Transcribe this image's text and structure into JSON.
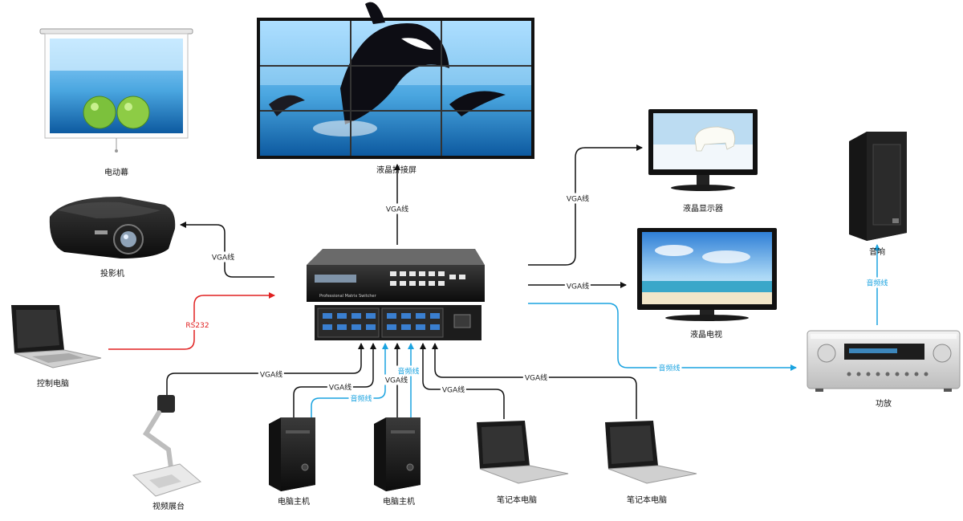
{
  "colors": {
    "vga": "#111111",
    "rs232": "#e02020",
    "audio": "#1aa3e0"
  },
  "devices": {
    "screen": "电动幕",
    "videowall": "液晶拼接屏",
    "projector": "投影机",
    "lcd_monitor": "液晶显示器",
    "lcd_tv": "液晶电视",
    "speaker": "音响",
    "amplifier": "功放",
    "control_pc": "控制电脑",
    "doc_camera": "视频展台",
    "desktop1": "电脑主机",
    "desktop2": "电脑主机",
    "laptop1": "笔记本电脑",
    "laptop2": "笔记本电脑",
    "switcher_label": "Professional Matrix Switcher"
  },
  "wires": {
    "vga_videowall": "VGA线",
    "vga_projector": "VGA线",
    "vga_monitor": "VGA线",
    "vga_tv": "VGA线",
    "rs232": "RS232",
    "audio_amp": "音频线",
    "audio_speaker": "音频线",
    "vga_doc_camera": "VGA线",
    "vga_desktop1": "VGA线",
    "audio_desktop1": "音频线",
    "vga_desktop2": "VGA线",
    "audio_desktop2": "音频线",
    "vga_laptop1": "VGA线",
    "vga_laptop2": "VGA线"
  }
}
